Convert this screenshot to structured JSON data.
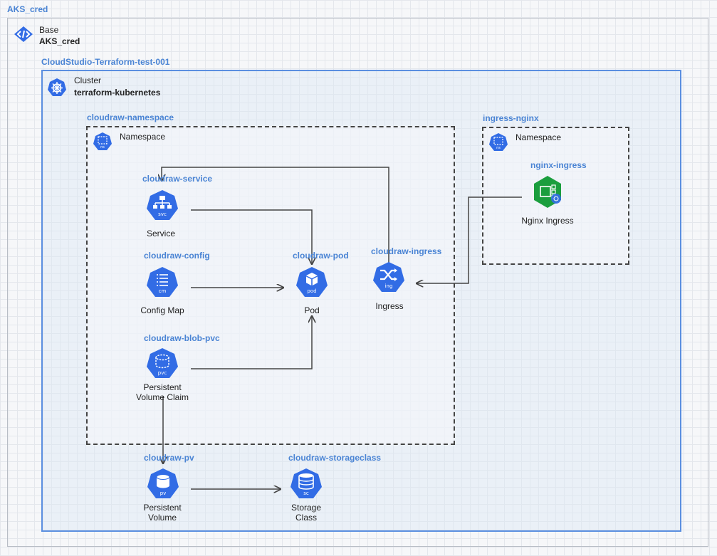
{
  "outer_label": "AKS_cred",
  "base": {
    "type_label": "Base",
    "name": "AKS_cred"
  },
  "cluster_group_label": "CloudStudio-Terraform-test-001",
  "cluster": {
    "type_label": "Cluster",
    "name": "terraform-kubernetes"
  },
  "namespaces": [
    {
      "label": "cloudraw-namespace",
      "type_label": "Namespace",
      "icon_text": "ns"
    },
    {
      "label": "ingress-nginx",
      "type_label": "Namespace",
      "icon_text": "ns"
    }
  ],
  "nodes": {
    "service": {
      "label": "cloudraw-service",
      "caption": "Service",
      "icon_text": "svc"
    },
    "config": {
      "label": "cloudraw-config",
      "caption": "Config Map",
      "icon_text": "cm"
    },
    "pvc": {
      "label": "cloudraw-blob-pvc",
      "caption": "Persistent\nVolume Claim",
      "icon_text": "pvc"
    },
    "pod": {
      "label": "cloudraw-pod",
      "caption": "Pod",
      "icon_text": "pod"
    },
    "ingress": {
      "label": "cloudraw-ingress",
      "caption": "Ingress",
      "icon_text": "ing"
    },
    "nginx": {
      "label": "nginx-ingress",
      "caption": "Nginx Ingress"
    },
    "pv": {
      "label": "cloudraw-pv",
      "caption": "Persistent\nVolume",
      "icon_text": "pv"
    },
    "storageclass": {
      "label": "cloudraw-storageclass",
      "caption": "Storage\nClass",
      "icon_text": "sc"
    }
  },
  "colors": {
    "k8s_blue": "#326ce5",
    "label_blue": "#4a84d4",
    "nginx_green": "#1b9e3e",
    "wire": "#444444"
  }
}
